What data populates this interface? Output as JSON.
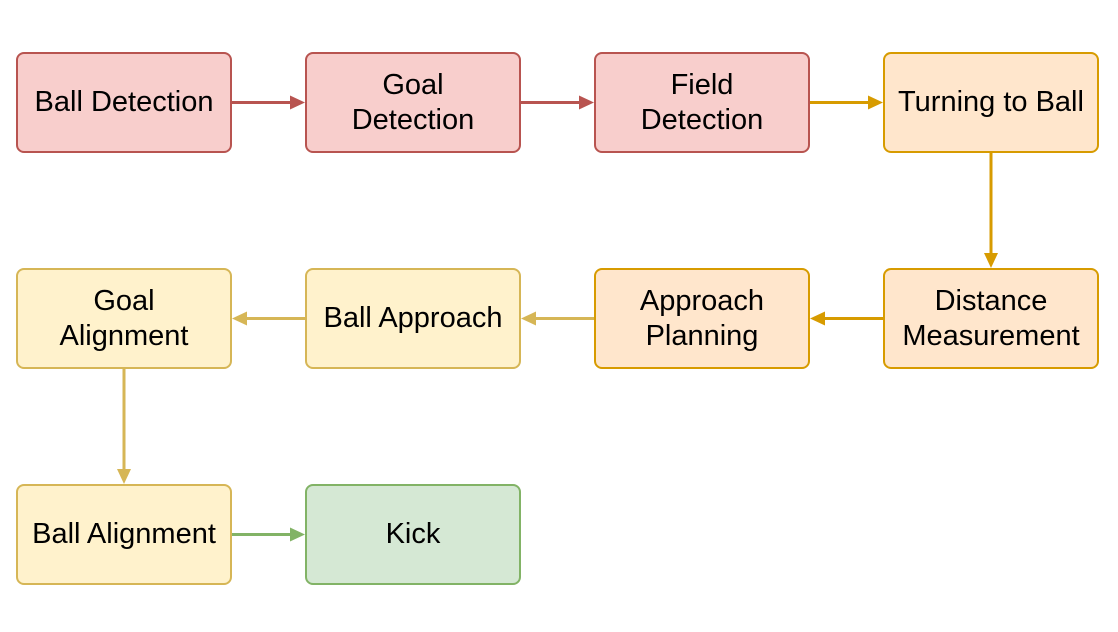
{
  "diagram": {
    "background_color": "#ffffff",
    "text_color": "#000000",
    "nodes": [
      {
        "id": "ball-detection",
        "label": "Ball Detection",
        "fill": "#f8cecc",
        "stroke": "#b85450"
      },
      {
        "id": "goal-detection",
        "label": [
          "Goal",
          "Detection"
        ],
        "fill": "#f8cecc",
        "stroke": "#b85450"
      },
      {
        "id": "field-detection",
        "label": [
          "Field",
          "Detection"
        ],
        "fill": "#f8cecc",
        "stroke": "#b85450"
      },
      {
        "id": "turning-to-ball",
        "label": "Turning to Ball",
        "fill": "#ffe6cc",
        "stroke": "#d79b00"
      },
      {
        "id": "distance-measurement",
        "label": [
          "Distance",
          "Measurement"
        ],
        "fill": "#ffe6cc",
        "stroke": "#d79b00"
      },
      {
        "id": "approach-planning",
        "label": [
          "Approach",
          "Planning"
        ],
        "fill": "#ffe6cc",
        "stroke": "#d79b00"
      },
      {
        "id": "ball-approach",
        "label": "Ball Approach",
        "fill": "#fff2cc",
        "stroke": "#d6b656"
      },
      {
        "id": "goal-alignment",
        "label": [
          "Goal",
          "Alignment"
        ],
        "fill": "#fff2cc",
        "stroke": "#d6b656"
      },
      {
        "id": "ball-alignment",
        "label": "Ball Alignment",
        "fill": "#fff2cc",
        "stroke": "#d6b656"
      },
      {
        "id": "kick",
        "label": "Kick",
        "fill": "#d5e8d4",
        "stroke": "#82b366"
      }
    ],
    "edges": [
      {
        "from": "Ball Detection",
        "to": "Goal Detection",
        "color": "#b85450"
      },
      {
        "from": "Goal Detection",
        "to": "Field Detection",
        "color": "#b85450"
      },
      {
        "from": "Field Detection",
        "to": "Turning to Ball",
        "color": "#d79b00"
      },
      {
        "from": "Turning to Ball",
        "to": "Distance Measurement",
        "color": "#d79b00"
      },
      {
        "from": "Distance Measurement",
        "to": "Approach Planning",
        "color": "#d79b00"
      },
      {
        "from": "Approach Planning",
        "to": "Ball Approach",
        "color": "#d6b656"
      },
      {
        "from": "Ball Approach",
        "to": "Goal Alignment",
        "color": "#d6b656"
      },
      {
        "from": "Goal Alignment",
        "to": "Ball Alignment",
        "color": "#d6b656"
      },
      {
        "from": "Ball Alignment",
        "to": "Kick",
        "color": "#82b366"
      }
    ]
  }
}
